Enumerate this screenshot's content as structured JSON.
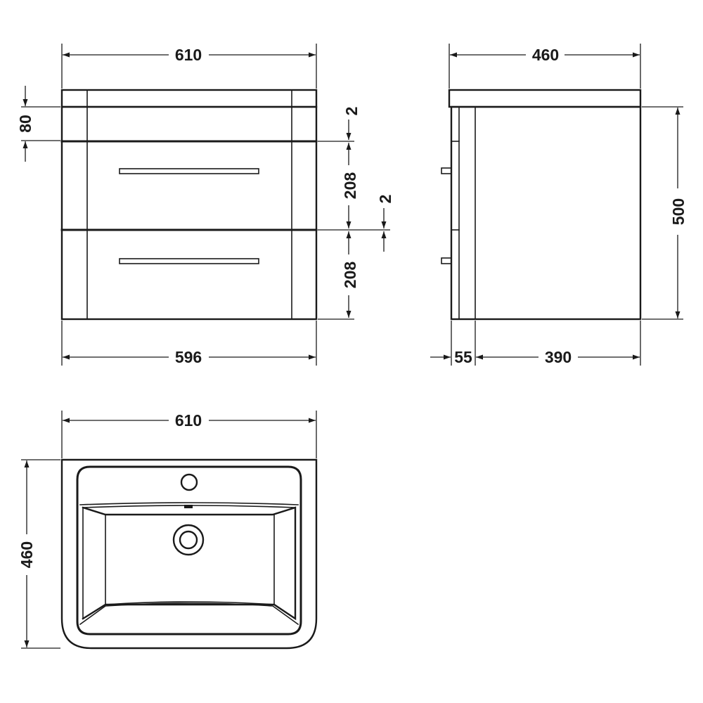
{
  "front_view": {
    "width_top": "610",
    "width_bottom": "596",
    "top_rail_height": "80",
    "gap_upper": "2",
    "drawer_upper": "208",
    "gap_lower": "2",
    "drawer_lower": "208"
  },
  "side_view": {
    "depth_top": "460",
    "height": "500",
    "front_depth": "55",
    "body_depth": "390"
  },
  "basin_plan": {
    "width": "610",
    "depth": "460"
  }
}
